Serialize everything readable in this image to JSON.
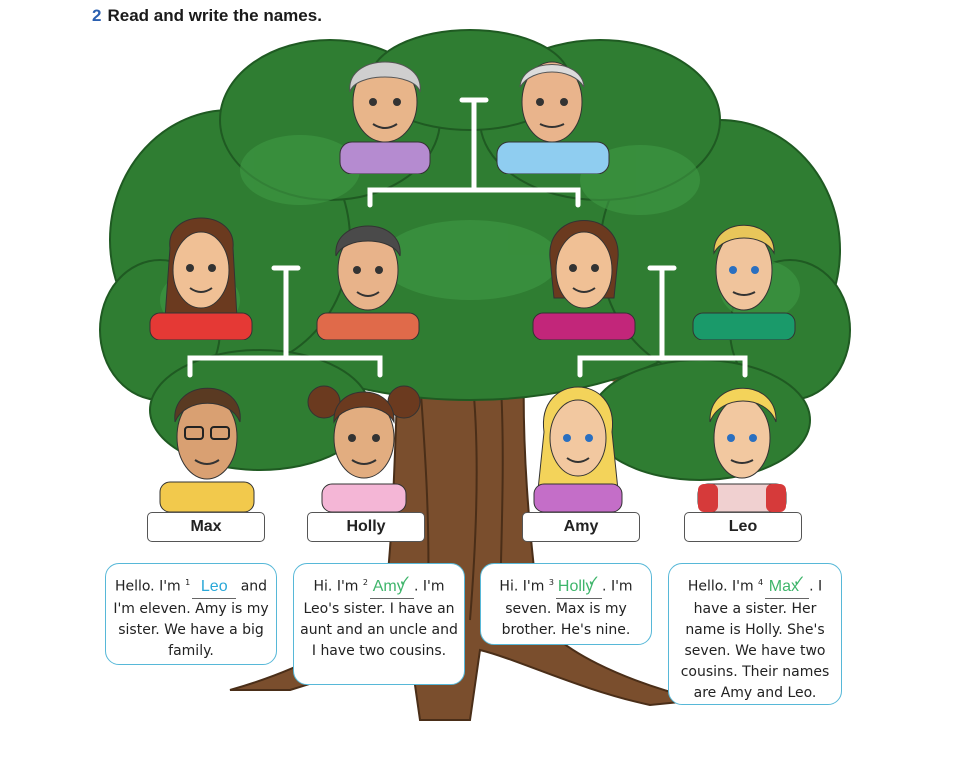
{
  "heading": {
    "number": "2",
    "text": "Read and write the names."
  },
  "name_labels": [
    "Max",
    "Holly",
    "Amy",
    "Leo"
  ],
  "bubbles": [
    {
      "pre": "Hello. I'm",
      "num": "1",
      "answer": "Leo",
      "mark": "",
      "post": "and I'm eleven. Amy is my sister. We have a big family."
    },
    {
      "pre": "Hi. I'm",
      "num": "2",
      "answer": "Amy",
      "mark": "✓",
      "post": ". I'm Leo's sister. I have an aunt and an uncle and I have two cousins."
    },
    {
      "pre": "Hi. I'm",
      "num": "3",
      "answer": "Holly",
      "mark": "✓",
      "post": ". I'm seven. Max is my brother. He's nine."
    },
    {
      "pre": "Hello. I'm",
      "num": "4",
      "answer": "Max",
      "mark": "✓",
      "post": ". I have a sister. Her name is Holly. She's seven. We have two cousins. Their names are Amy and Leo."
    }
  ],
  "colors": {
    "tree_leaves": "#2f7d32",
    "trunk": "#7a4e2d",
    "lines": "#ffffff",
    "bubble_border": "#57b8d8",
    "answer_blue": "#2aa8d8",
    "answer_green": "#3fb56b"
  }
}
